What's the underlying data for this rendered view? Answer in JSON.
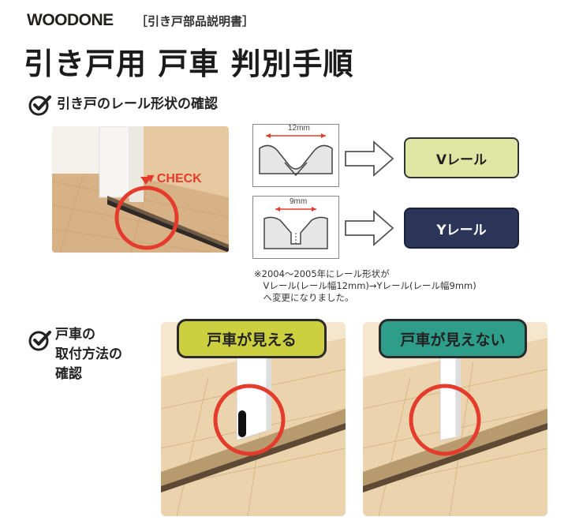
{
  "header": {
    "logo": "WOODONE",
    "subtitle": "［引き戸部品説明書］",
    "title": "引き戸用 戸車 判別手順"
  },
  "section1": {
    "label": "引き戸のレール形状の確認",
    "photo_check_label": "▼CHECK",
    "rail_v": {
      "width_label": "12mm",
      "result_label": "Vレール"
    },
    "rail_y": {
      "width_label": "9mm",
      "result_label": "Yレール"
    },
    "note": {
      "line1": "※2004～2005年にレール形状が",
      "line2": "　Vレール(レール幅12mm)→Yレール(レール幅9mm)",
      "line3": "　へ変更になりました。"
    }
  },
  "section2": {
    "label_line1": "戸車の",
    "label_line2": "取付方法の",
    "label_line3": "確認",
    "case_visible": "戸車が見える",
    "case_invisible": "戸車が見えない"
  },
  "colors": {
    "check_red": "#e53b2c",
    "v_rail_fill": "#dfe6a4",
    "y_rail_fill": "#2a3558",
    "visible_label": "#ccd03f",
    "invisible_label": "#2e9e8a"
  }
}
